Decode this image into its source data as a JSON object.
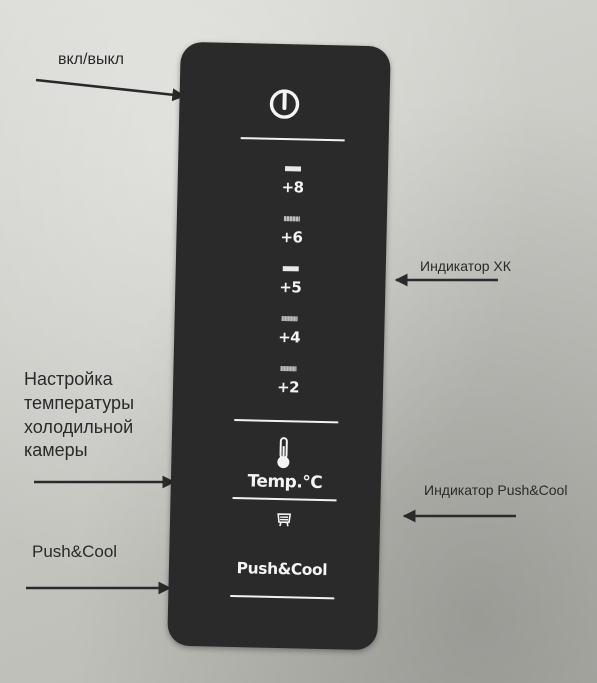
{
  "annotations": {
    "power": "вкл/выкл",
    "indicator_xk": "Индикатор ХК",
    "temp_setting": [
      "Настройка",
      "температуры",
      "холодильной",
      "камеры"
    ],
    "indicator_push_cool": "Индикатор Push&Cool",
    "push_cool": "Push&Cool"
  },
  "panel": {
    "levels": [
      "+8",
      "+6",
      "+5",
      "+4",
      "+2"
    ],
    "temp_button": "Temp.°C",
    "push_cool_button": "Push&Cool",
    "icons": [
      "power-icon",
      "thermometer-icon",
      "push-cool-icon"
    ],
    "colors": {
      "panel": "#2a2a2a",
      "text": "#f4f4f2",
      "page": "#cfcfcb"
    }
  }
}
